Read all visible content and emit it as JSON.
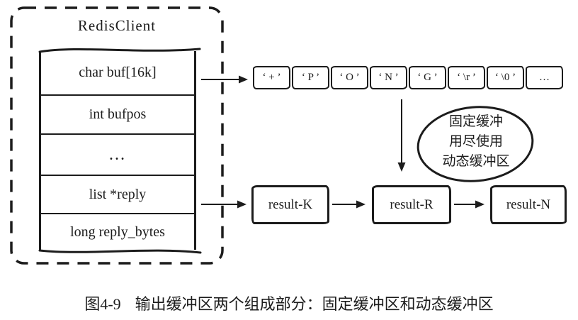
{
  "colors": {
    "ink": "#1c1c1c",
    "paper": "#ffffff"
  },
  "redis_client": {
    "title": "RedisClient",
    "fields": [
      "char buf[16k]",
      "int bufpos",
      "…",
      "list *reply",
      "long reply_bytes"
    ]
  },
  "fixed_buffer": {
    "cells": [
      "‘ + ’",
      "‘ P ’",
      "‘ O ’",
      "‘ N ’",
      "‘ G ’",
      "‘ \\r ’",
      "‘ \\0 ’",
      "…"
    ]
  },
  "dynamic_buffer": {
    "nodes": [
      "result-K",
      "result-R",
      "result-N"
    ]
  },
  "annotation": {
    "lines": [
      "固定缓冲",
      "用尽使用",
      "动态缓冲区"
    ]
  },
  "caption": {
    "figure_label": "图4-9",
    "text": "输出缓冲区两个组成部分：固定缓冲区和动态缓冲区"
  }
}
